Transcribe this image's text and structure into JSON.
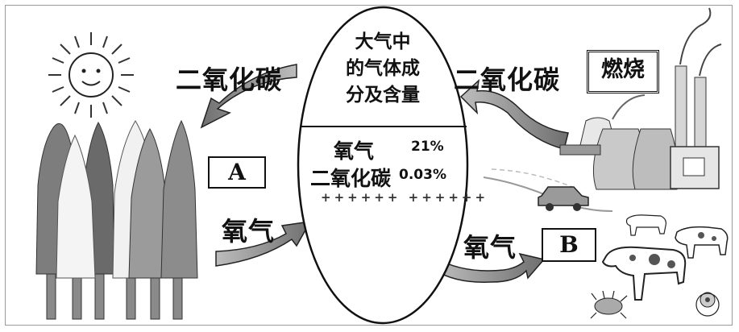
{
  "center": {
    "title_lines": [
      "大气中",
      "的气体成",
      "分及含量"
    ],
    "components": [
      {
        "name": "氧气",
        "value": "21%"
      },
      {
        "name": "二氧化碳",
        "value": "0.03%"
      }
    ],
    "continuation": "++++++ ++++++"
  },
  "arrows": {
    "co2_to_trees": "二氧化碳",
    "co2_from_burning": "二氧化碳",
    "o2_from_trees": "氧气",
    "o2_to_animals": "氧气"
  },
  "labels": {
    "box_a": "A",
    "box_b": "B",
    "burning": "燃烧"
  },
  "icons": [
    "sun-icon",
    "tree-icon",
    "factory-icon",
    "car-icon",
    "cow-icon",
    "microbe-icon"
  ]
}
